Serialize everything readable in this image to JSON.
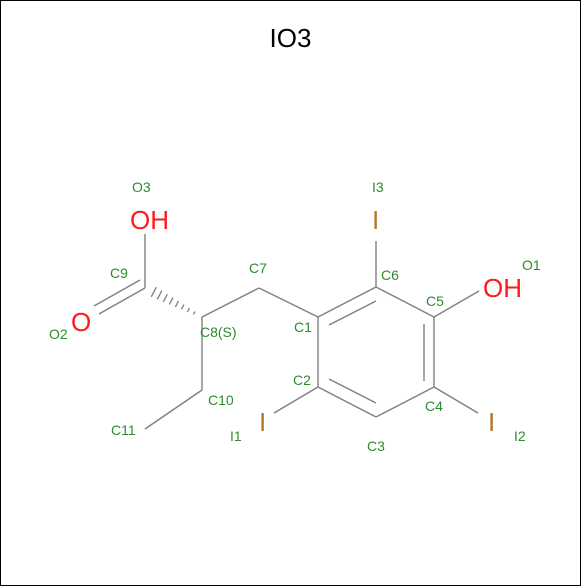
{
  "molecule": {
    "title": "IO3",
    "colors": {
      "bond": "#7f7f7f",
      "oxygen": "#ff1a1a",
      "iodine": "#b8732c",
      "atom_label": "#2e8b2e"
    },
    "element_labels": {
      "o_carboxyl_oh": "OH",
      "o_carbonyl": "O",
      "o_phenol": "OH",
      "iodine_ring_top": "I",
      "iodine_ring_left": "I",
      "iodine_ring_right": "I"
    },
    "atom_labels": {
      "O3": "O3",
      "I3": "I3",
      "C9": "C9",
      "C7": "C7",
      "C6": "C6",
      "O1": "O1",
      "C5": "C5",
      "O2": "O2",
      "C8": "C8(S)",
      "C1": "C1",
      "C2": "C2",
      "C4": "C4",
      "C10": "C10",
      "C11": "C11",
      "I1": "I1",
      "C3": "C3",
      "I2": "I2"
    }
  }
}
